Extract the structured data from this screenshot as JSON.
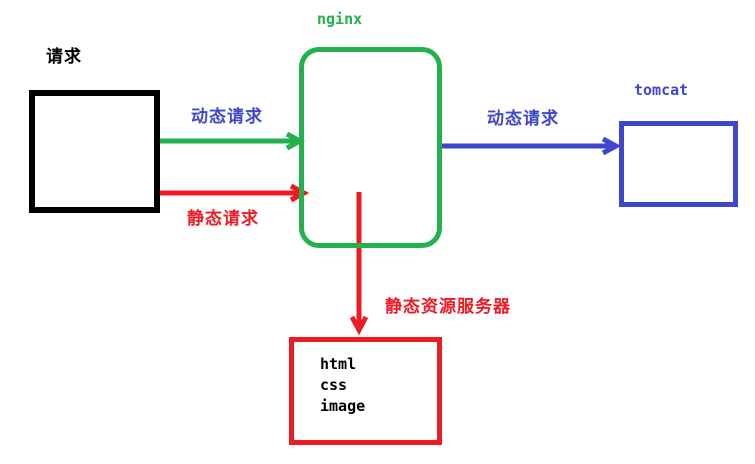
{
  "colors": {
    "background": "#ffffff",
    "black": "#000000",
    "green": "#22b14c",
    "red": "#ed1c24",
    "blue": "#3f48cc"
  },
  "nodes": {
    "request": {
      "label": "请求"
    },
    "nginx": {
      "label": "nginx"
    },
    "tomcat": {
      "label": "tomcat"
    },
    "static_resources": {
      "lines": [
        "html",
        "css",
        "image"
      ]
    }
  },
  "edges": {
    "request_to_nginx_dynamic": {
      "label": "动态请求",
      "arrow_color": "#22b14c",
      "label_color": "#3f48cc"
    },
    "request_to_nginx_static": {
      "label": "静态请求",
      "arrow_color": "#ed1c24",
      "label_color": "#ed1c24"
    },
    "nginx_to_tomcat_dynamic": {
      "label": "动态请求",
      "arrow_color": "#3f48cc",
      "label_color": "#3f48cc"
    },
    "nginx_to_static_server": {
      "label": "静态资源服务器",
      "arrow_color": "#ed1c24",
      "label_color": "#ed1c24"
    }
  }
}
